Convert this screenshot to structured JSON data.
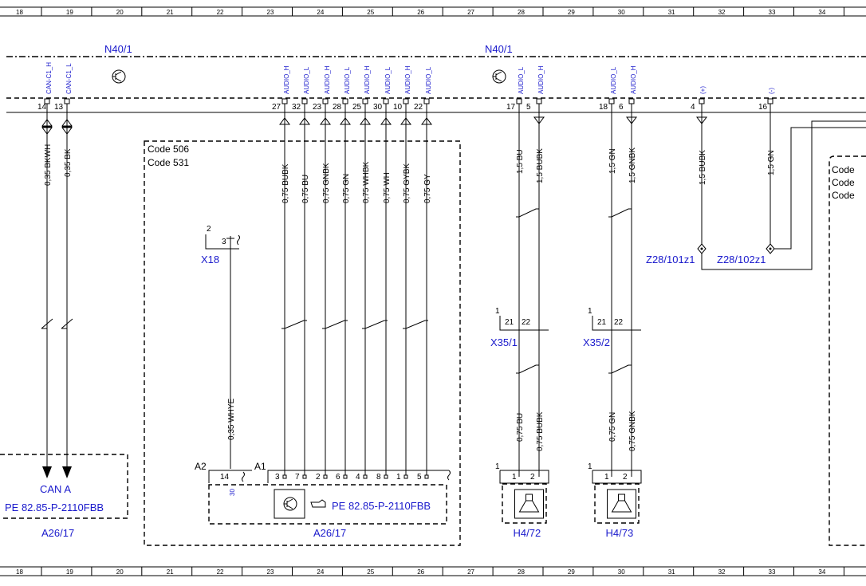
{
  "ruler": {
    "columns": [
      "18",
      "19",
      "20",
      "21",
      "22",
      "23",
      "24",
      "25",
      "26",
      "27",
      "28",
      "29",
      "30",
      "31",
      "32",
      "33",
      "34"
    ]
  },
  "modules": {
    "top_left": "N40/1",
    "top_right": "N40/1"
  },
  "codes": {
    "left_box_1": "Code 506",
    "left_box_2": "Code 531",
    "right_box_1": "Code",
    "right_box_2": "Code",
    "right_box_3": "Code"
  },
  "can_wires": [
    {
      "pin": "14",
      "signal": "CAN-C1_H",
      "wire": "0,35 BKWH"
    },
    {
      "pin": "13",
      "signal": "CAN-C1_L",
      "wire": "0,35 BK"
    }
  ],
  "audio_wires": [
    {
      "pin": "27",
      "signal": "AUDIO_H",
      "wire": "0,75 BUBK",
      "bpin": "3"
    },
    {
      "pin": "32",
      "signal": "AUDIO_L",
      "wire": "0,75 BU",
      "bpin": "7"
    },
    {
      "pin": "23",
      "signal": "AUDIO_H",
      "wire": "0,75 GNBK",
      "bpin": "2"
    },
    {
      "pin": "28",
      "signal": "AUDIO_L",
      "wire": "0,75 GN",
      "bpin": "6"
    },
    {
      "pin": "25",
      "signal": "AUDIO_H",
      "wire": "0,75 WHBK",
      "bpin": "4"
    },
    {
      "pin": "30",
      "signal": "AUDIO_L",
      "wire": "0,75 WH",
      "bpin": "8"
    },
    {
      "pin": "10",
      "signal": "AUDIO_H",
      "wire": "0,75 GYBK",
      "bpin": "1"
    },
    {
      "pin": "22",
      "signal": "AUDIO_L",
      "wire": "0,75 GY",
      "bpin": "5"
    }
  ],
  "speaker1": {
    "pins": [
      "17",
      "5"
    ],
    "signals": [
      "AUDIO_L",
      "AUDIO_H"
    ],
    "wires_top": [
      "1,5 BU",
      "1,5 BUBK"
    ],
    "wires_bottom": [
      "0,75 BU",
      "0,75 BUBK"
    ],
    "connector": "X35/1",
    "conn_num": "1",
    "conn_pins": [
      "21",
      "22"
    ],
    "dev_num": "1",
    "dev_pins": [
      "1",
      "2"
    ],
    "label": "H4/72"
  },
  "speaker2": {
    "pins": [
      "18",
      "6"
    ],
    "signals": [
      "AUDIO_L",
      "AUDIO_H"
    ],
    "wires_top": [
      "1,5 GN",
      "1,5 GNBK"
    ],
    "wires_bottom": [
      "0,75 GN",
      "0,75 GNBK"
    ],
    "connector": "X35/2",
    "conn_num": "1",
    "conn_pins": [
      "21",
      "22"
    ],
    "dev_num": "1",
    "dev_pins": [
      "1",
      "2"
    ],
    "label": "H4/73"
  },
  "supply": [
    {
      "pin": "4",
      "signal": "(+)",
      "wire": "1,5 BUBK",
      "node": "Z28/101z1"
    },
    {
      "pin": "16",
      "signal": "(-)",
      "wire": "1,5 GN",
      "node": "Z28/102z1"
    }
  ],
  "x18": {
    "label": "X18",
    "num": "2",
    "pin": "3",
    "wire": "0,35 WHYE"
  },
  "a26_box": {
    "a2": "A2",
    "a1": "A1",
    "pin14": "14",
    "pin30": "30",
    "ref": "PE 82.85-P-2110FBB",
    "label": "A26/17"
  },
  "left_box": {
    "can": "CAN A",
    "ref": "PE 82.85-P-2110FBB",
    "label": "A26/17"
  },
  "ref_icon": "hand-pointer-icon",
  "colors": {
    "blue": "#1a1acc",
    "black": "#000000"
  }
}
